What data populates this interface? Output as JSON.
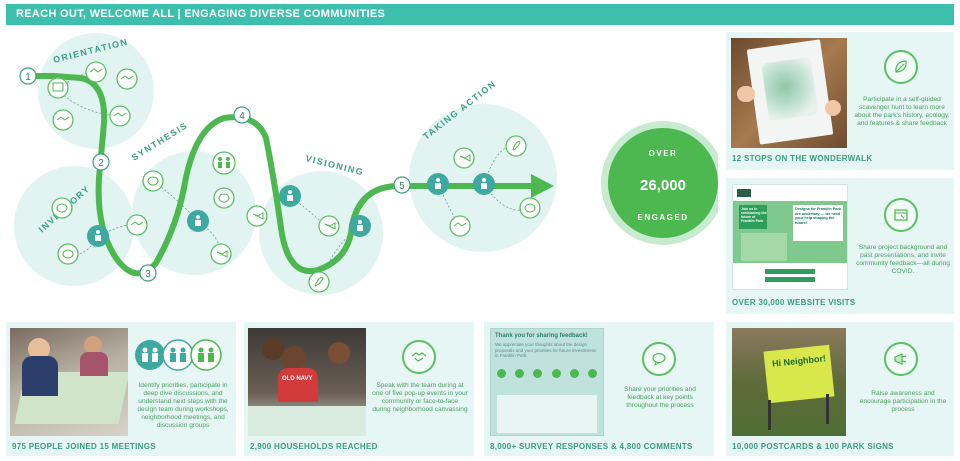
{
  "banner": {
    "title": "REACH OUT, WELCOME ALL | ENGAGING DIVERSE COMMUNITIES"
  },
  "process": {
    "stages": [
      "ORIENTATION",
      "INVENTORY",
      "SYNTHESIS",
      "VISIONING",
      "TAKING ACTION"
    ],
    "steps": [
      "1",
      "2",
      "3",
      "4",
      "5"
    ],
    "total": {
      "over": "OVER",
      "value": "26,000",
      "label": "ENGAGED"
    }
  },
  "wonderwalk": {
    "description": "Participate in a self-guided scavenger hunt to learn more about the park's history, ecology, and features & share feedback",
    "caption": "12 STOPS ON THE WONDERWALK",
    "icon": "leaf-icon"
  },
  "website": {
    "screen_heading": "Join us in envisioning the future of Franklin Park",
    "screen_heading2": "Designs for Franklin Park are underway — we need your help shaping the future!",
    "description": "Share project background and past presentations, and invite community feedback—all during COVID.",
    "caption": "OVER 30,000 WEBSITE VISITS",
    "icon": "browser-window-icon"
  },
  "meetings": {
    "description": "Identify priorities, participate in deep dive discussions, and understand next steps with the design team during workshops, neighborhood meetings, and discussion groups",
    "caption": "975 PEOPLE JOINED 15 MEETINGS",
    "icon": "people-group-icon"
  },
  "households": {
    "description": "Speak with the team during at one of five pop-up events in your community or face-to-face during neighborhood canvassing",
    "caption": "2,900 HOUSEHOLDS REACHED",
    "shirt_text": "OLD NAVY",
    "icon": "handshake-icon"
  },
  "survey": {
    "screen_title": "Thank you for sharing feedback!",
    "screen_body": "We appreciate your thoughts about the design proposals and your priorities for future investments in Franklin Park.",
    "description": "Share your priorities and feedback at key points throughout the process",
    "caption": "8,000+ SURVEY RESPONSES & 4,800 COMMENTS",
    "icon": "speech-bubble-icon"
  },
  "postcards": {
    "sign_text": "Hi Neighbor!",
    "description": "Raise awareness and encourage participation in the process",
    "caption": "10,000 POSTCARDS & 100 PARK SIGNS",
    "icon": "megaphone-icon"
  },
  "colors": {
    "teal": "#3dbfae",
    "green": "#4cb84f",
    "light": "#e6f6f4",
    "circle": "#dbf1ee"
  }
}
